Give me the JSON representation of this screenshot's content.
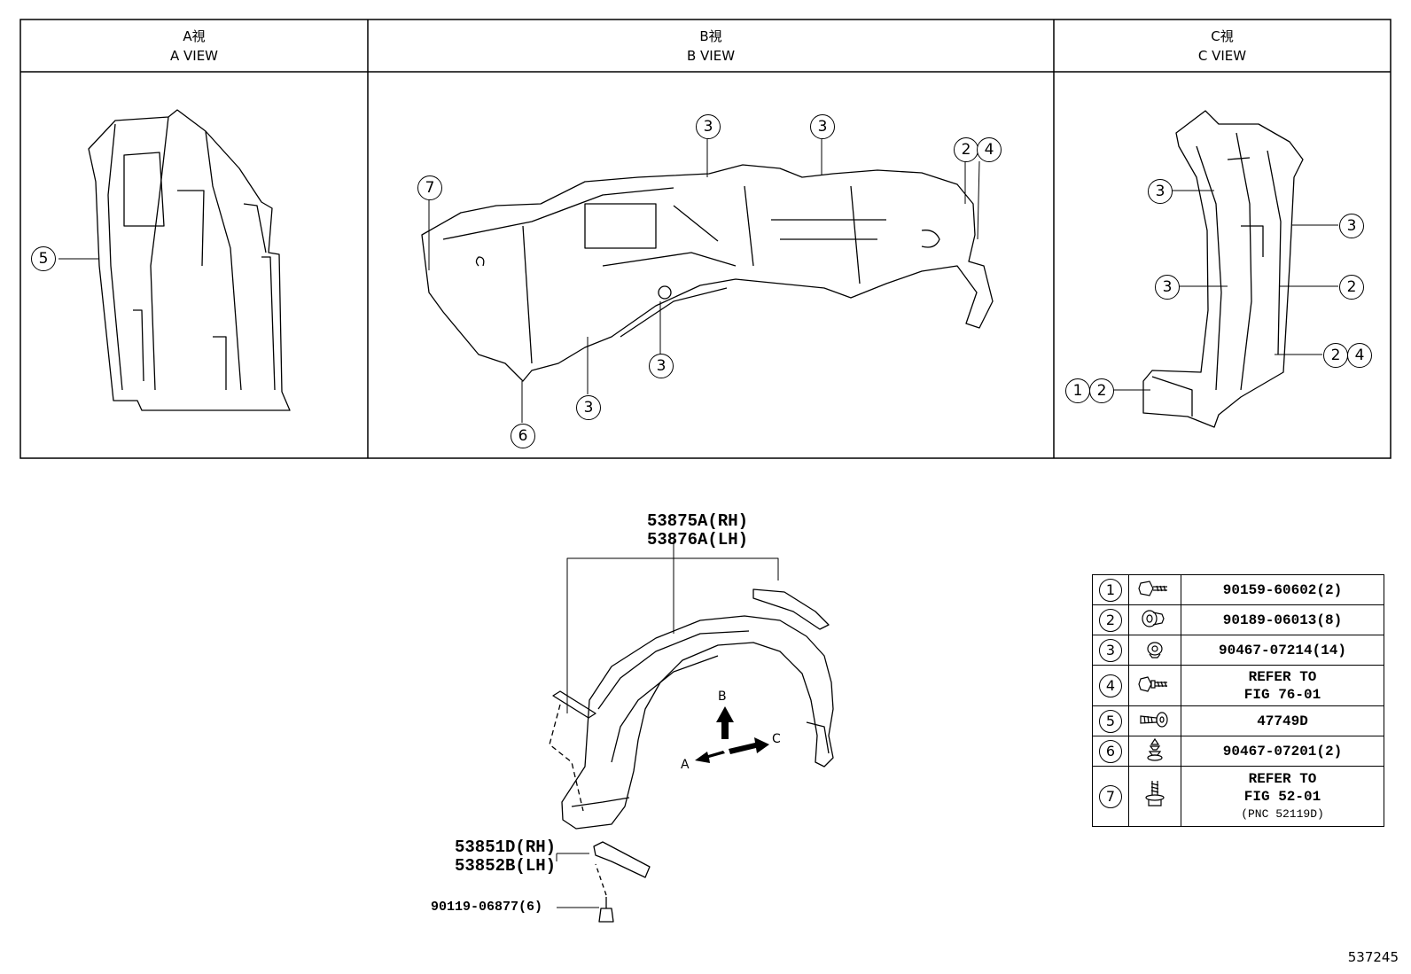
{
  "views": [
    {
      "jp": "A視",
      "en": "A VIEW"
    },
    {
      "jp": "B視",
      "en": "B VIEW"
    },
    {
      "jp": "C視",
      "en": "C VIEW"
    }
  ],
  "callouts": {
    "a_view": [
      "5"
    ],
    "b_view": [
      "7",
      "3",
      "3",
      "2",
      "4",
      "3",
      "3",
      "6"
    ],
    "c_view": [
      "3",
      "3",
      "3",
      "2",
      "2",
      "4",
      "1",
      "2"
    ]
  },
  "parts": {
    "liner_rh": "53875A(RH)",
    "liner_lh": "53876A(LH)",
    "bracket_rh": "53851D(RH)",
    "bracket_lh": "53852B(LH)",
    "bolt": "90119-06877(6)"
  },
  "direction_labels": {
    "a": "A",
    "b": "B",
    "c": "C"
  },
  "legend": [
    {
      "num": "1",
      "icon": "hex-flange-bolt-icon",
      "lines": [
        "90159-60602(2)"
      ]
    },
    {
      "num": "2",
      "icon": "clip-nut-icon",
      "lines": [
        "90189-06013(8)"
      ]
    },
    {
      "num": "3",
      "icon": "push-clip-icon",
      "lines": [
        "90467-07214(14)"
      ]
    },
    {
      "num": "4",
      "icon": "hex-bolt-icon",
      "lines": [
        "REFER TO",
        "FIG 76-01"
      ]
    },
    {
      "num": "5",
      "icon": "screw-grommet-icon",
      "lines": [
        "47749D"
      ]
    },
    {
      "num": "6",
      "icon": "christmas-tree-clip-icon",
      "lines": [
        "90467-07201(2)"
      ]
    },
    {
      "num": "7",
      "icon": "bolt-washer-icon",
      "lines": [
        "REFER TO",
        "FIG 52-01",
        "(PNC 52119D)"
      ]
    }
  ],
  "figure_number": "537245"
}
